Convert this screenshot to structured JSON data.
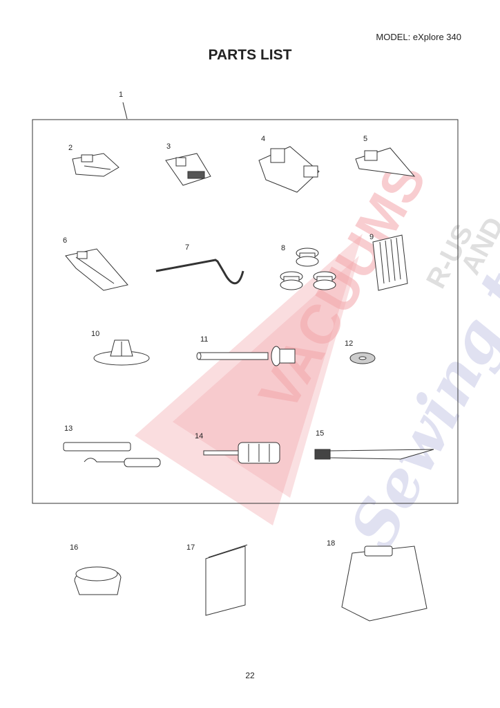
{
  "header": {
    "model": "MODEL: eXplore 340",
    "title": "PARTS LIST"
  },
  "parts": {
    "p1": "1",
    "p2": "2",
    "p3": "3",
    "p4": "4",
    "p5": "5",
    "p6": "6",
    "p7": "7",
    "p8": "8",
    "p9": "9",
    "p10": "10",
    "p11": "11",
    "p12": "12",
    "p13": "13",
    "p14": "14",
    "p15": "15",
    "p16": "16",
    "p17": "17",
    "p18": "18"
  },
  "footer": {
    "page_number": "22"
  },
  "watermark": {
    "text_main": "VACUUMS",
    "text_top": "R-US",
    "text_and": "AND",
    "text_script": "Sewing to"
  }
}
